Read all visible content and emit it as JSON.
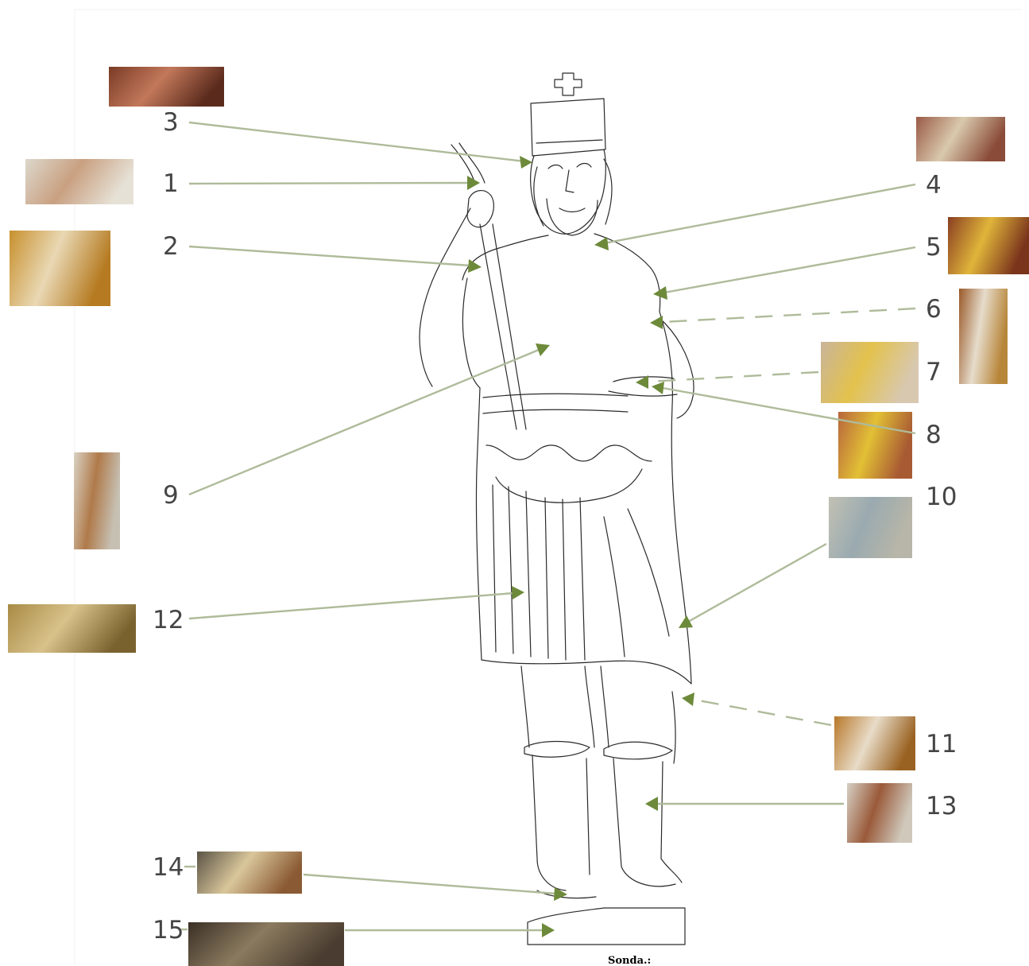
{
  "figure": {
    "caption": "Sonda.:",
    "colors": {
      "leader": "#aebb9a",
      "arrow": "#6d8a3a",
      "outline": "#2a2a2a",
      "label": "#454545"
    },
    "probes": [
      {
        "id": "3",
        "label": "3",
        "line_style": "solid",
        "swatch": [
          "#7a3b26",
          "#c2785a",
          "#5a2a1c"
        ]
      },
      {
        "id": "1",
        "label": "1",
        "line_style": "solid",
        "swatch": [
          "#ddd8cc",
          "#c9a081",
          "#e6e1d6"
        ]
      },
      {
        "id": "2",
        "label": "2",
        "line_style": "solid",
        "swatch": [
          "#c8902e",
          "#e9d8b4",
          "#b67b22"
        ]
      },
      {
        "id": "4",
        "label": "4",
        "line_style": "solid",
        "swatch": [
          "#9a5a46",
          "#d9c9ad",
          "#8a4b38"
        ]
      },
      {
        "id": "5",
        "label": "5",
        "line_style": "solid",
        "swatch": [
          "#8a3f22",
          "#e0b53a",
          "#7a341c"
        ]
      },
      {
        "id": "6",
        "label": "6",
        "line_style": "dashed",
        "swatch": [
          "#9a5a2a",
          "#e6dccb",
          "#b8863a"
        ]
      },
      {
        "id": "7",
        "label": "7",
        "line_style": "dashed",
        "swatch": [
          "#c9b49a",
          "#e3c24d",
          "#d8c8b0"
        ]
      },
      {
        "id": "8",
        "label": "8",
        "line_style": "solid",
        "swatch": [
          "#b8653c",
          "#e2c035",
          "#a85a33"
        ]
      },
      {
        "id": "9",
        "label": "9",
        "line_style": "solid",
        "swatch": [
          "#d9d2c4",
          "#b07a4a",
          "#c6c0b3"
        ]
      },
      {
        "id": "10",
        "label": "10",
        "line_style": "solid",
        "swatch": [
          "#c2c1b4",
          "#9aaab0",
          "#b8b6a8"
        ]
      },
      {
        "id": "11",
        "label": "11",
        "line_style": "dashed",
        "swatch": [
          "#b8782a",
          "#e8dcc8",
          "#9a6222"
        ]
      },
      {
        "id": "12",
        "label": "12",
        "line_style": "solid",
        "swatch": [
          "#a88a44",
          "#d8c28a",
          "#7a622e"
        ]
      },
      {
        "id": "13",
        "label": "13",
        "line_style": "solid",
        "swatch": [
          "#d6d0c4",
          "#9a5a3a",
          "#cfc8bb"
        ]
      },
      {
        "id": "14",
        "label": "14",
        "line_style": "solid",
        "swatch": [
          "#5a5346",
          "#d9c69a",
          "#8a5a34"
        ]
      },
      {
        "id": "15",
        "label": "15",
        "line_style": "solid",
        "swatch": [
          "#3a2f26",
          "#8a7a5e",
          "#4a3c30"
        ]
      }
    ]
  }
}
